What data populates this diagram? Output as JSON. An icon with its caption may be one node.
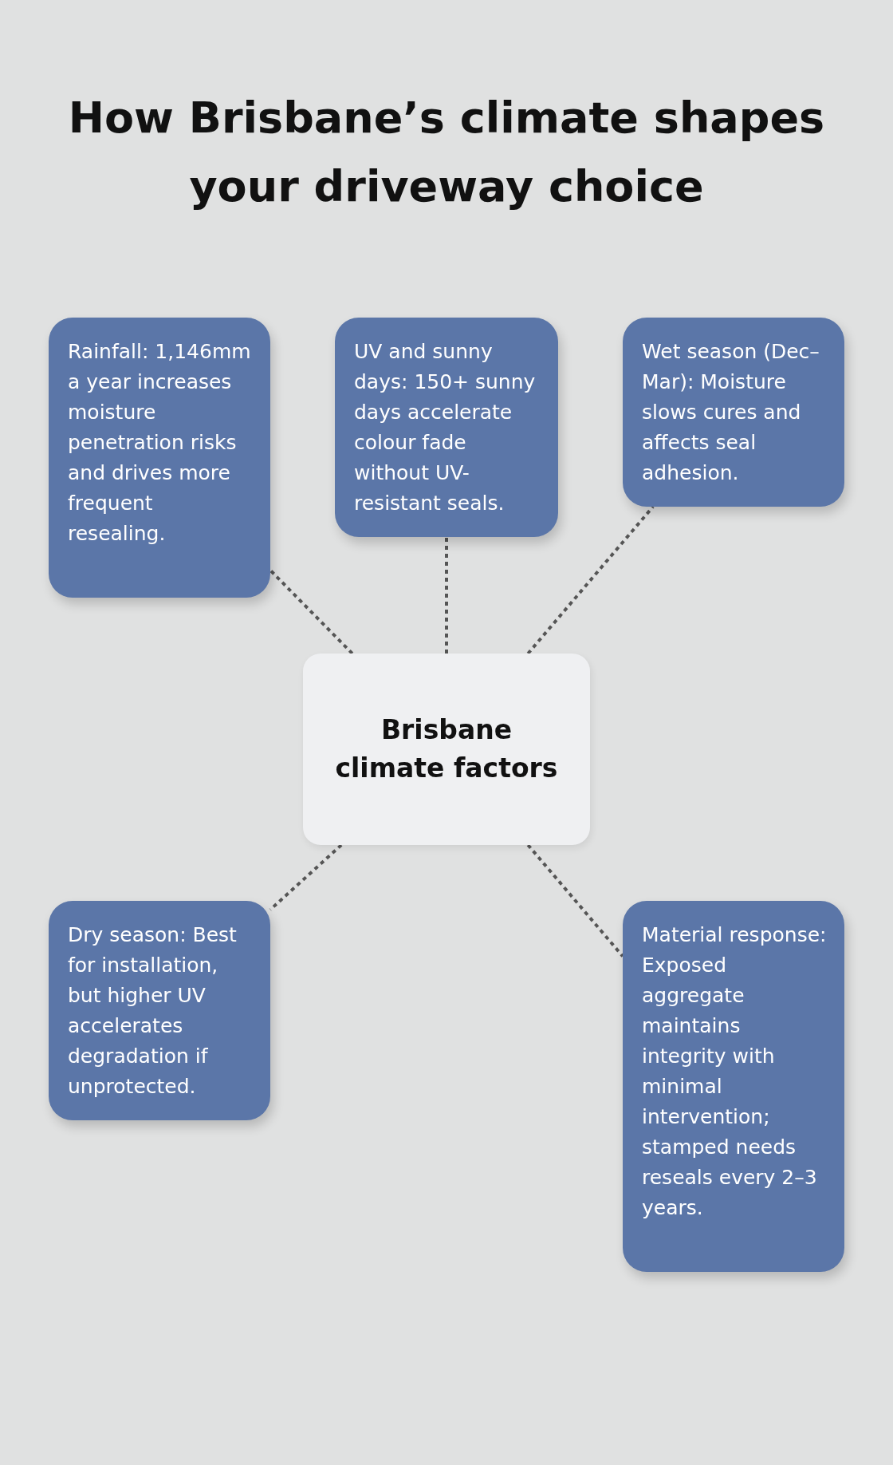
{
  "diagram": {
    "title": "How Brisbane’s climate shapes your driveway choice",
    "nodes": [
      {
        "text": [
          "Rainfall: 1,146mm a year increases moisture penetration risks and drives more frequent resealing."
        ]
      },
      {
        "text": [
          "UV and sunny days: 150+ sunny days accelerate colour fade without UV-resistant seals."
        ]
      },
      {
        "text": [
          "Wet season (Dec–Mar): Moisture slows cures and affects seal adhesion."
        ]
      },
      {
        "text": [
          "Brisbane climate factors"
        ]
      },
      {
        "text": [
          "Dry season: Best for installation, but higher UV accelerates degradation if unprotected."
        ]
      },
      {
        "text": [
          "Material response: Exposed aggregate maintains integrity with minimal intervention; stamped needs reseals every 2–3 years."
        ]
      }
    ],
    "edges": [
      {
        "from": 3,
        "to": 0,
        "arrow": "none",
        "style": "dashed"
      },
      {
        "from": 3,
        "to": 1,
        "arrow": "none",
        "style": "dashed"
      },
      {
        "from": 3,
        "to": 2,
        "arrow": "none",
        "style": "dashed"
      },
      {
        "from": 3,
        "to": 4,
        "arrow": "none",
        "style": "dashed"
      },
      {
        "from": 3,
        "to": 5,
        "arrow": "none",
        "style": "dashed"
      }
    ]
  }
}
